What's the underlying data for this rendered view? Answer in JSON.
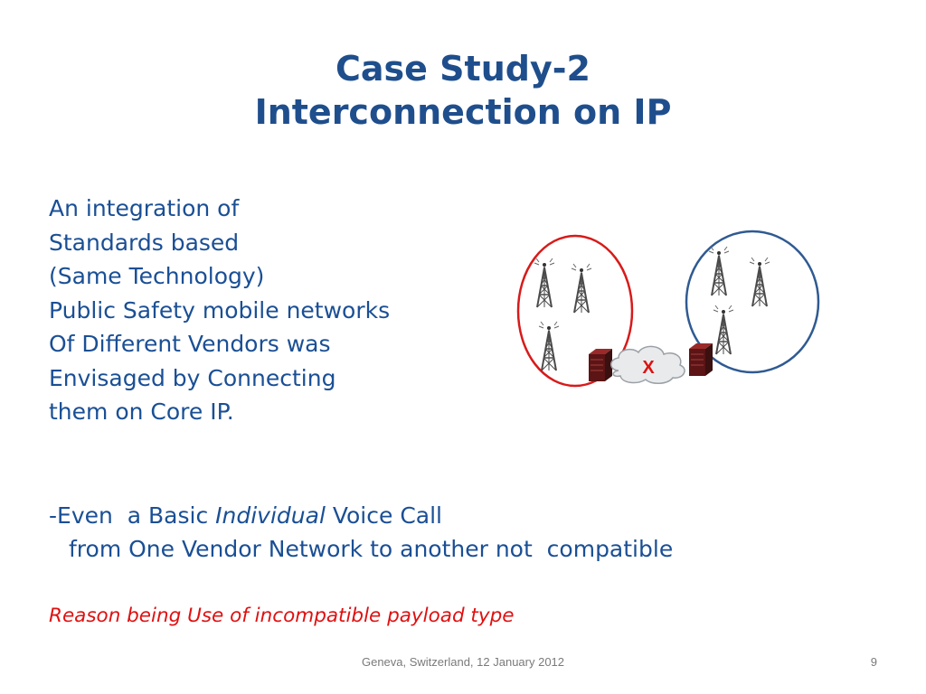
{
  "slide": {
    "title_line1": "Case Study-2",
    "title_line2": "Interconnection on IP",
    "intro_lines": [
      "An integration of",
      "Standards based",
      "(Same Technology)",
      "Public Safety mobile networks",
      "Of Different Vendors was",
      "Envisaged by Connecting",
      "them on Core IP."
    ],
    "bullet": {
      "prefix": "-Even  a Basic ",
      "emphasis": "Individual",
      "suffix": " Voice Call",
      "line2": "from One Vendor Network to another not  compatible"
    },
    "reason": "Reason being Use of incompatible payload type",
    "footer": "Geneva, Switzerland, 12 January 2012",
    "page_number": "9"
  },
  "diagram": {
    "cloud_label": "X",
    "colors": {
      "left_network": "#d81a1a",
      "right_network": "#2f5a92",
      "cloud_mark": "#dd1111"
    },
    "icons": [
      "radio-tower-icon",
      "server-icon",
      "cloud-icon"
    ]
  }
}
